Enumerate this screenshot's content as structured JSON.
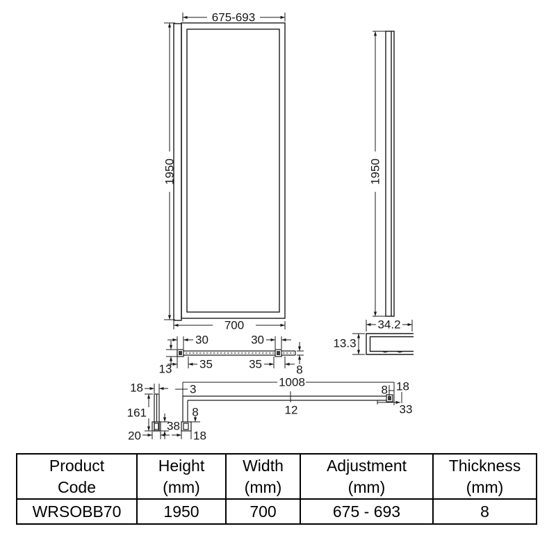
{
  "page": {
    "background": "#ffffff",
    "line_color": "#1a1a1a"
  },
  "drawing": {
    "front_view": {
      "adjustment_width": "675-693",
      "height": "1950",
      "width": "700"
    },
    "side_view": {
      "height": "1950"
    },
    "wall_profile_section": {
      "width": "34.2",
      "height": "13.3"
    },
    "panel_section": {
      "left_profile_width": "30",
      "right_profile_width": "30",
      "left_base_width": "35",
      "right_base_width": "35",
      "profile_depth": "13",
      "glass_thickness": "8"
    },
    "bracket_detail": {
      "top_width": "18",
      "height": "161",
      "foot_height": "38",
      "foot_width": "20"
    },
    "seal_detail": {
      "length": "1008",
      "lip": "3",
      "leg_width": "8",
      "leg_foot_width": "18",
      "mid_thickness": "12",
      "end_width": "8",
      "end_cap": "18",
      "end_total": "33"
    }
  },
  "spec_table": {
    "headers": [
      "Product\nCode",
      "Height\n(mm)",
      "Width\n(mm)",
      "Adjustment\n(mm)",
      "Thickness\n(mm)"
    ],
    "row": [
      "WRSOBB70",
      "1950",
      "700",
      "675 - 693",
      "8"
    ]
  }
}
